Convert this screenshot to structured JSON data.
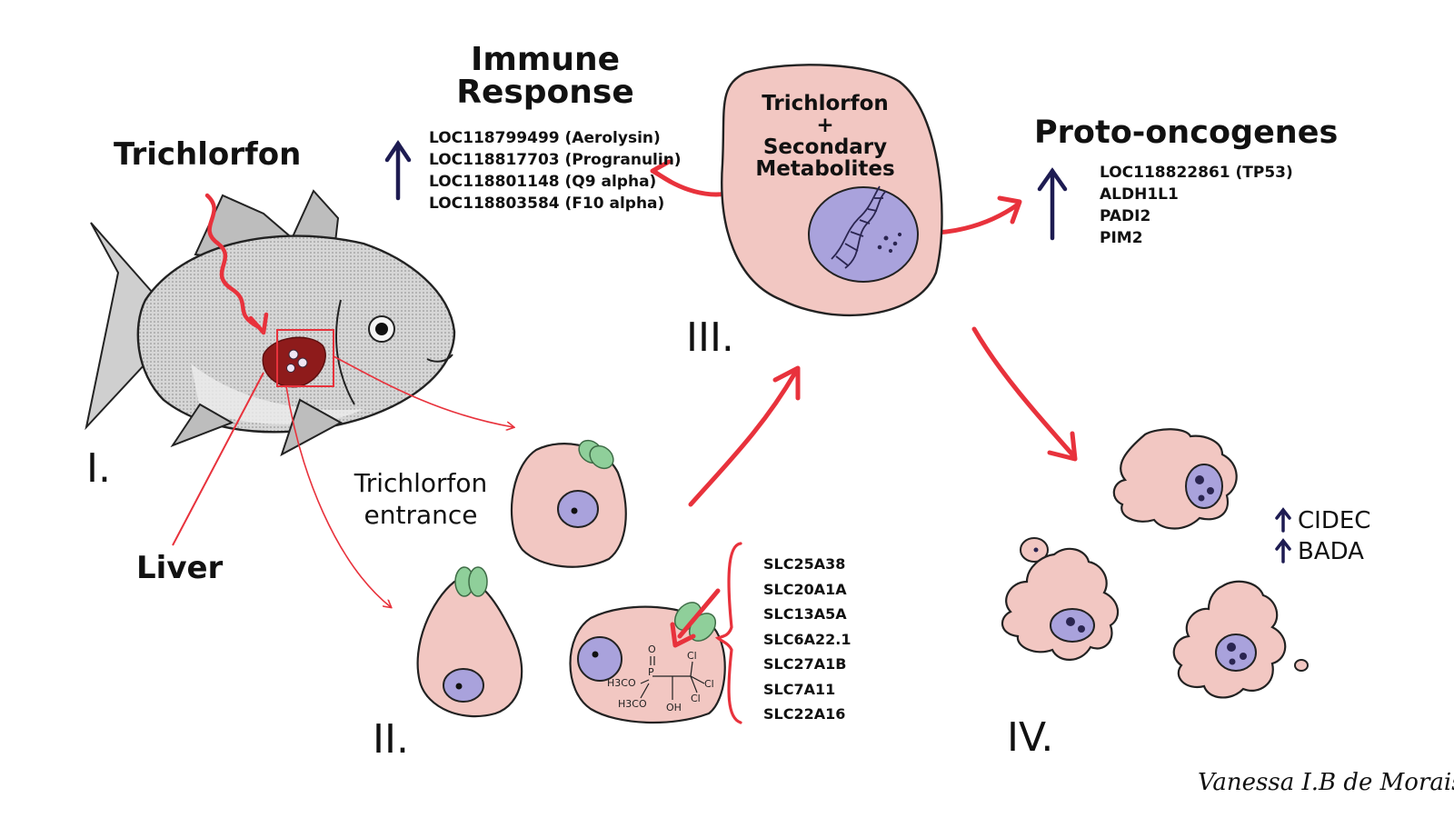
{
  "toxicant_label": "Trichlorfon",
  "liver_label": "Liver",
  "stages": {
    "one": "I.",
    "two": "II.",
    "three": "III.",
    "four": "IV."
  },
  "entrance_label": [
    "Trichlorfon",
    "entrance"
  ],
  "immune": {
    "title": [
      "Immune",
      "Response"
    ],
    "genes": [
      "LOC118799499 (Aerolysin)",
      "LOC118817703 (Progranulin)",
      "LOC118801148 (Q9 alpha)",
      "LOC118803584 (F10 alpha)"
    ]
  },
  "central_cell": {
    "lines": [
      "Trichlorfon",
      "+",
      "Secondary",
      "Metabolites"
    ]
  },
  "proto": {
    "title": "Proto-oncogenes",
    "genes": [
      "LOC118822861 (TP53)",
      "ALDH1L1",
      "PADI2",
      "PIM2"
    ]
  },
  "transporters": [
    "SLC25A38",
    "SLC20A1A",
    "SLC13A5A",
    "SLC6A22.1",
    "SLC27A1B",
    "SLC7A11",
    "SLC22A16"
  ],
  "apoptosis_genes": [
    "CIDEC",
    "BADA"
  ],
  "chem": {
    "o": "O",
    "p": "P",
    "ch3o_1": "H3CO",
    "ch3o_2": "H3CO",
    "oh": "OH",
    "cl1": "Cl",
    "cl2": "Cl",
    "cl3": "Cl"
  },
  "signature": "Vanessa I.B de Morais",
  "colors": {
    "arrow_red": "#e8323c",
    "up_arrow": "#1e1c52",
    "cell_fill": "#f2c7c2",
    "nucleus_fill": "#a9a2dc",
    "channel_green": "#8fcf9a",
    "liver": "#8e1b1b"
  }
}
